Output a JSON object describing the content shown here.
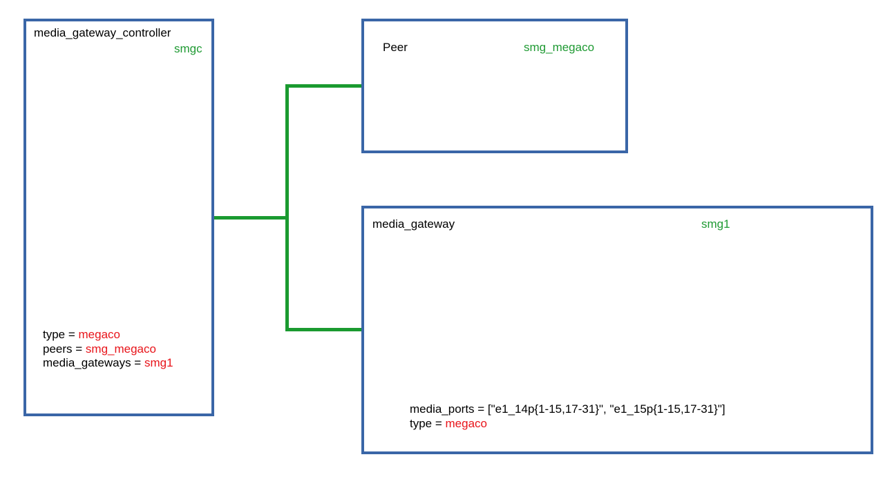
{
  "controller": {
    "class_name": "media_gateway_controller",
    "instance_name": "smgc",
    "props": [
      {
        "key": "type = ",
        "value": "megaco"
      },
      {
        "key": "peers = ",
        "value": "smg_megaco"
      },
      {
        "key": "media_gateways = ",
        "value": "smg1"
      }
    ]
  },
  "peer": {
    "class_name": "Peer",
    "instance_name": "smg_megaco"
  },
  "gateway": {
    "class_name": "media_gateway",
    "instance_name": "smg1",
    "props": [
      {
        "key": "media_ports = [\"e1_14p{1-15,17-31}\", \"e1_15p{1-15,17-31}\"]",
        "value": ""
      },
      {
        "key": "type = ",
        "value": "megaco"
      }
    ]
  },
  "colors": {
    "box_border": "#3a66a7",
    "connector": "#1a9a30",
    "instance_name": "#1f9a33",
    "value": "#e8141a"
  }
}
